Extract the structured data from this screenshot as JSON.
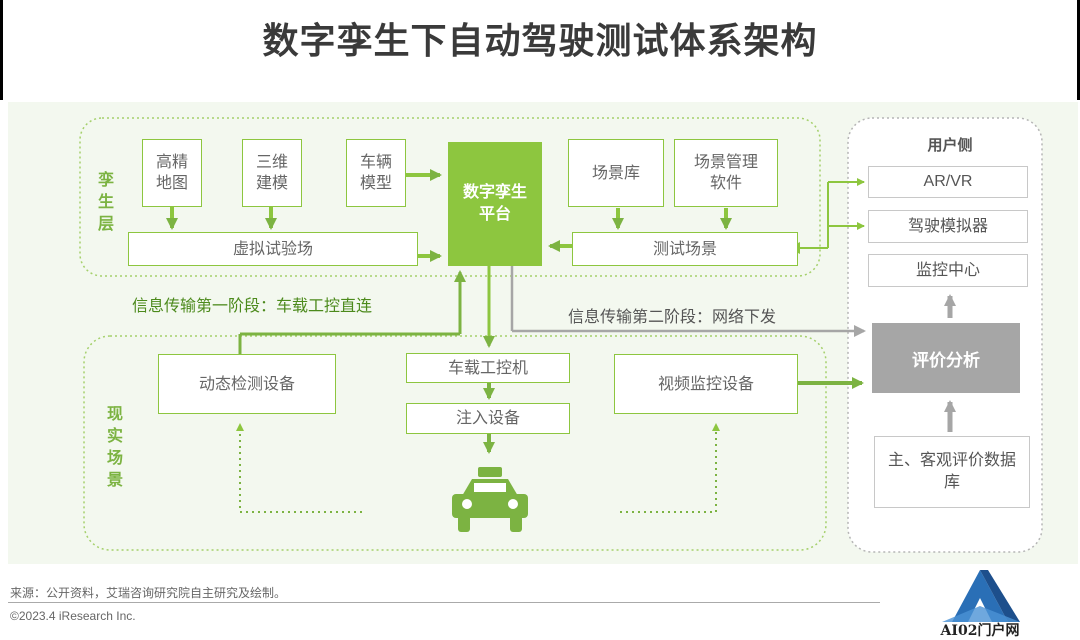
{
  "title": "数字孪生下自动驾驶测试体系架构",
  "twin_layer": {
    "label": "孪生层",
    "boxes": {
      "hd_map": "高精\n地图",
      "3d_model": "三维\n建模",
      "vehicle_model": "车辆\n模型",
      "virtual_field": "虚拟试验场",
      "scene_lib": "场景库",
      "scene_mgmt": "场景管理\n软件",
      "test_scene": "测试场景"
    },
    "platform": "数字孪生\n平台"
  },
  "captions": {
    "stage1": "信息传输第一阶段：车载工控直连",
    "stage2": "信息传输第二阶段：网络下发"
  },
  "real_scene": {
    "label": "现实场景",
    "boxes": {
      "dynamic_detection": "动态检测设备",
      "onboard_ipc": "车载工控机",
      "injection": "注入设备",
      "video_monitor": "视频监控设备"
    }
  },
  "user_side": {
    "label": "用户侧",
    "items": [
      "AR/VR",
      "驾驶模拟器",
      "监控中心"
    ],
    "evaluation": "评价分析",
    "database": "主、客观评价数据\n库"
  },
  "footer": {
    "source": "来源：公开资料，艾瑞咨询研究院自主研究及绘制。",
    "copyright": "©2023.4 iResearch Inc."
  },
  "watermark": "AI02门户网",
  "colors": {
    "accent": "#8dc63f",
    "gray": "#a6a6a6",
    "panel": "#f3f8ef"
  }
}
